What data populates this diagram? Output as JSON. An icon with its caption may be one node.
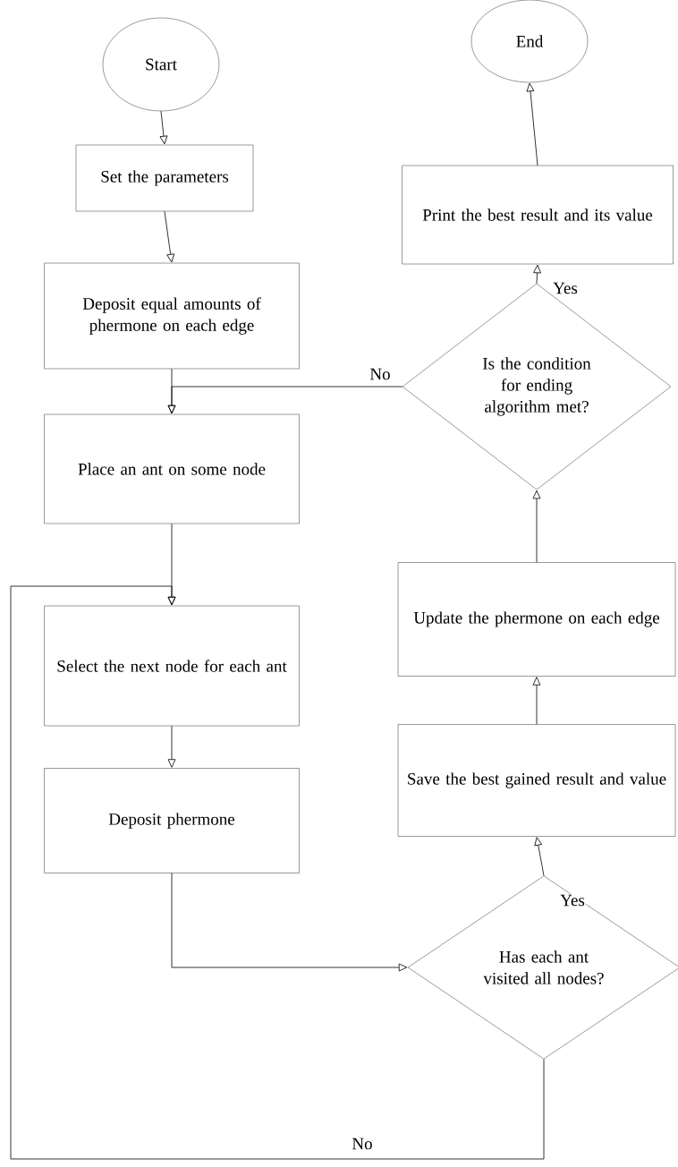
{
  "diagram": {
    "nodes": [
      {
        "text": [
          "Start"
        ]
      },
      {
        "text": [
          "End"
        ]
      },
      {
        "text": [
          "Set the parameters"
        ]
      },
      {
        "text": [
          "Print the best result and its value"
        ]
      },
      {
        "text": [
          "Deposit equal amounts of phermone on each edge"
        ]
      },
      {
        "text": [
          "Is the condition for ending algorithm met?"
        ]
      },
      {
        "text": [
          "Place an ant on some node"
        ]
      },
      {
        "text": [
          "Update the phermone on each edge"
        ]
      },
      {
        "text": [
          "Select the next node for each ant"
        ]
      },
      {
        "text": [
          "Save the best gained result and value"
        ]
      },
      {
        "text": [
          "Deposit phermone"
        ]
      },
      {
        "text": [
          "Has each ant visited all nodes?"
        ]
      }
    ],
    "edges": [
      {
        "from": 0,
        "to": 2,
        "arrow": "to"
      },
      {
        "from": 2,
        "to": 4,
        "arrow": "to"
      },
      {
        "from": 4,
        "to": 6,
        "arrow": "to"
      },
      {
        "from": 6,
        "to": 8,
        "arrow": "to"
      },
      {
        "from": 8,
        "to": 10,
        "arrow": "to"
      },
      {
        "from": 10,
        "to": 11,
        "arrow": "to"
      },
      {
        "from": 11,
        "to": 9,
        "arrow": "to",
        "label": "Yes"
      },
      {
        "from": 11,
        "to": 8,
        "arrow": "to",
        "label": "No"
      },
      {
        "from": 9,
        "to": 7,
        "arrow": "to"
      },
      {
        "from": 7,
        "to": 5,
        "arrow": "to"
      },
      {
        "from": 5,
        "to": 3,
        "arrow": "to",
        "label": "Yes"
      },
      {
        "from": 5,
        "to": 6,
        "arrow": "to",
        "label": "No"
      },
      {
        "from": 3,
        "to": 1,
        "arrow": "to"
      }
    ]
  }
}
